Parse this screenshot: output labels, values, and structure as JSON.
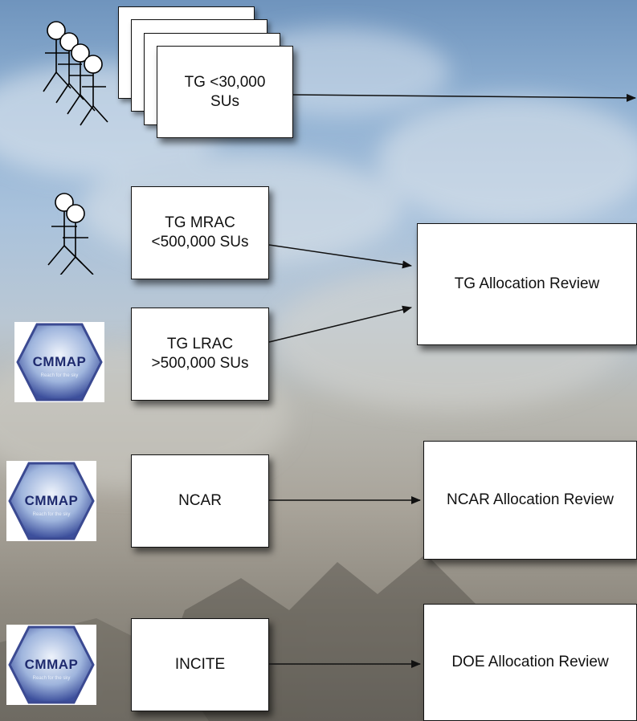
{
  "boxes": {
    "tg_small": "TG <30,000\nSUs",
    "tg_mrac": "TG MRAC\n<500,000 SUs",
    "tg_lrac": "TG LRAC\n>500,000 SUs",
    "ncar": "NCAR",
    "incite": "INCITE",
    "tg_review": "TG Allocation Review",
    "ncar_review": "NCAR Allocation Review",
    "doe_review": "DOE Allocation Review"
  },
  "logo": {
    "name": "CMMAP",
    "tagline": "Reach for the sky"
  },
  "colors": {
    "box_fill": "#ffffff",
    "box_border": "#111111",
    "arrow": "#111111",
    "logo_hex": "#4a5aa8"
  },
  "icons": [
    "stick-figure-group-icon",
    "stick-figure-pair-icon",
    "cmmap-logo-icon"
  ]
}
